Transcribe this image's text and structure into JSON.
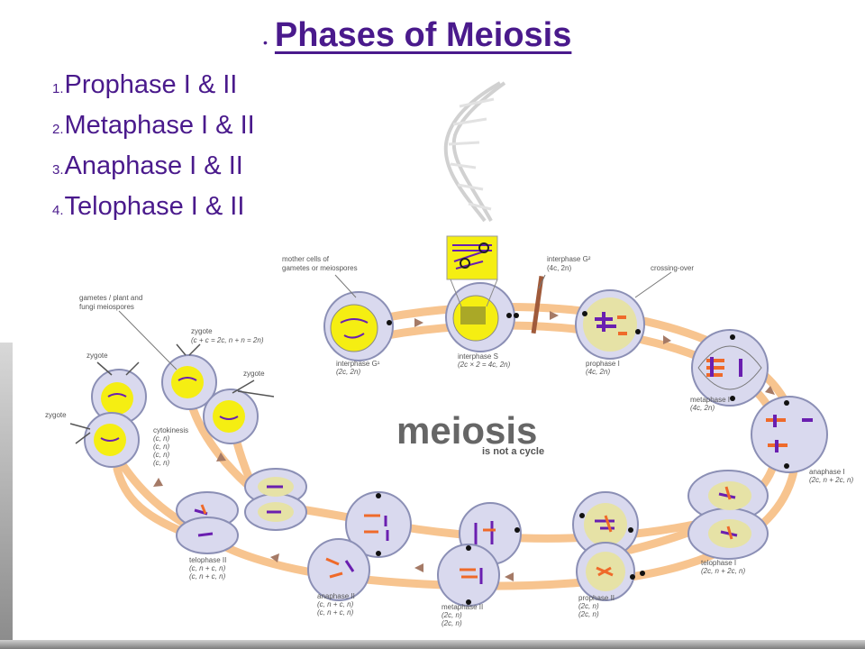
{
  "slide": {
    "title": "Phases of Meiosis",
    "phases": [
      {
        "num": "1.",
        "label": "Prophase I & II"
      },
      {
        "num": "2.",
        "label": "Metaphase I & II"
      },
      {
        "num": "3.",
        "label": "Anaphase I & II"
      },
      {
        "num": "4.",
        "label": "Telophase I & II"
      }
    ]
  },
  "diagram": {
    "center_title": "meiosis",
    "center_subtitle": "is not a cycle",
    "labels": {
      "mother_cells_1": "mother cells of",
      "mother_cells_2": "gametes or meiospores",
      "interphase_g2": "interphase G²",
      "interphase_g2_formula": "(4c, 2n)",
      "crossing_over": "crossing-over",
      "gametes_1": "gametes / plant and",
      "gametes_2": "fungi meiospores",
      "zygote_top": "zygote",
      "zygote_top_formula": "(c + c = 2c, n + n = 2n)",
      "zygote_left": "zygote",
      "zygote_right": "zygote",
      "zygote_far_left": "zygote",
      "interphase_g1": "interphase G¹",
      "interphase_g1_formula": "(2c, 2n)",
      "interphase_s": "interphase S",
      "interphase_s_formula": "(2c × 2 = 4c, 2n)",
      "prophase_1": "prophase I",
      "prophase_1_formula": "(4c, 2n)",
      "metaphase_1": "metaphase I",
      "metaphase_1_formula": "(4c, 2n)",
      "anaphase_1": "anaphase I",
      "anaphase_1_formula": "(2c, n + 2c, n)",
      "telophase_1": "telophase I",
      "telophase_1_formula": "(2c, n + 2c, n)",
      "prophase_2": "prophase II",
      "prophase_2_f1": "(2c, n)",
      "prophase_2_f2": "(2c, n)",
      "metaphase_2": "metaphase II",
      "metaphase_2_f1": "(2c, n)",
      "metaphase_2_f2": "(2c, n)",
      "anaphase_2": "anaphase II",
      "anaphase_2_f1": "(c, n + c, n)",
      "anaphase_2_f2": "(c, n + c, n)",
      "telophase_2": "telophase II",
      "telophase_2_f1": "(c, n + c, n)",
      "telophase_2_f2": "(c, n + c, n)",
      "cytokinesis": "cytokinesis",
      "cyto_f1": "(c, n)",
      "cyto_f2": "(c, n)",
      "cyto_f3": "(c, n)",
      "cyto_f4": "(c, n)"
    },
    "colors": {
      "title": "#4a1a8c",
      "path": "#f7c48f",
      "arrow": "#a57a66",
      "cell_fill": "#d9d9ee",
      "cell_stroke": "#8b8fb5",
      "nucleus": "#e6e2a6",
      "yellow": "#f5ee12",
      "chromo_purple": "#6a1fb0",
      "chromo_orange": "#ef6a2a",
      "logo_gray": "#666666",
      "logo_orange": "#f07b2a"
    }
  }
}
